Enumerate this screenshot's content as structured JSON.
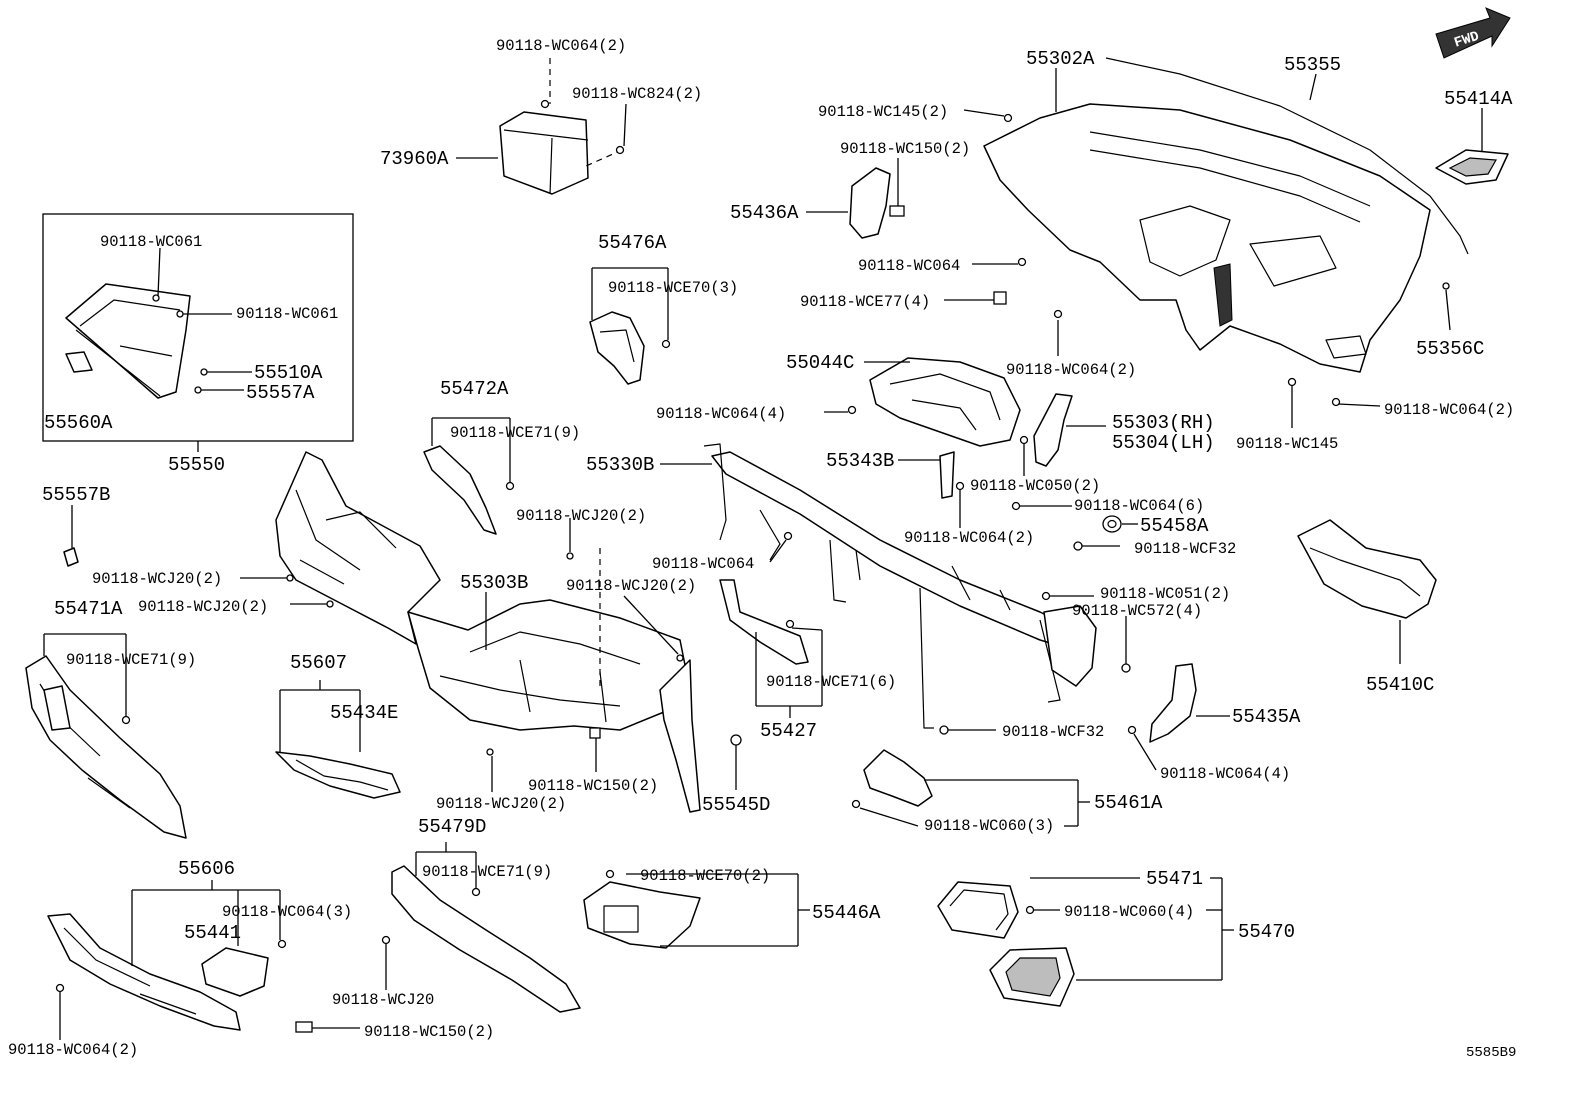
{
  "labels": {
    "l_90118_wc064_2_top": "90118-WC064(2)",
    "l_90118_wc824_2": "90118-WC824(2)",
    "l_73960a": "73960A",
    "l_90118_wc061_a": "90118-WC061",
    "l_90118_wc061_b": "90118-WC061",
    "l_55510a": "55510A",
    "l_55557a": "55557A",
    "l_55560a": "55560A",
    "l_55550": "55550",
    "l_55557b": "55557B",
    "l_90118_wcj20_2_a": "90118-WCJ20(2)",
    "l_90118_wcj20_2_b": "90118-WCJ20(2)",
    "l_55471a": "55471A",
    "l_90118_wce71_9_a": "90118-WCE71(9)",
    "l_55476a": "55476A",
    "l_90118_wce70_3": "90118-WCE70(3)",
    "l_55472a": "55472A",
    "l_90118_wce71_9_b": "90118-WCE71(9)",
    "l_90118_wcj20_2_c": "90118-WCJ20(2)",
    "l_55303b": "55303B",
    "l_90118_wcj20_2_d": "90118-WCJ20(2)",
    "l_55607": "55607",
    "l_55434e": "55434E",
    "l_90118_wcj20_2_e": "90118-WCJ20(2)",
    "l_90118_wc150_2_a": "90118-WC150(2)",
    "l_55545d": "55545D",
    "l_55606": "55606",
    "l_90118_wc064_3": "90118-WC064(3)",
    "l_55441": "55441",
    "l_90118_wc064_2_bl": "90118-WC064(2)",
    "l_90118_wcj20": "90118-WCJ20",
    "l_90118_wc150_2_b": "90118-WC150(2)",
    "l_55479d": "55479D",
    "l_90118_wce71_9_c": "90118-WCE71(9)",
    "l_90118_wce70_2": "90118-WCE70(2)",
    "l_55446a": "55446A",
    "l_55427": "55427",
    "l_90118_wce71_6": "90118-WCE71(6)",
    "l_90118_wc064_a": "90118-WC064",
    "l_55330b": "55330B",
    "l_90118_wc064_4_a": "90118-WC064(4)",
    "l_55044c": "55044C",
    "l_55343b": "55343B",
    "l_90118_wc050_2": "90118-WC050(2)",
    "l_90118_wc064_6": "90118-WC064(6)",
    "l_90118_wc064_2_m": "90118-WC064(2)",
    "l_55458a": "55458A",
    "l_90118_wcf32_a": "90118-WCF32",
    "l_90118_wc051_2": "90118-WC051(2)",
    "l_90118_wc572_4": "90118-WC572(4)",
    "l_90118_wcf32_b": "90118-WCF32",
    "l_55435a": "55435A",
    "l_90118_wc064_4_b": "90118-WC064(4)",
    "l_55461a": "55461A",
    "l_90118_wc060_3": "90118-WC060(3)",
    "l_55471": "55471",
    "l_90118_wc060_4": "90118-WC060(4)",
    "l_55470": "55470",
    "l_55410c": "55410C",
    "l_55436a": "55436A",
    "l_90118_wc145_2": "90118-WC145(2)",
    "l_90118_wc150_2_c": "90118-WC150(2)",
    "l_55302a": "55302A",
    "l_55355": "55355",
    "l_90118_wc064_b": "90118-WC064",
    "l_90118_wce77_4": "90118-WCE77(4)",
    "l_90118_wc064_2_r1": "90118-WC064(2)",
    "l_55303_rh": "55303(RH)",
    "l_55304_lh": "55304(LH)",
    "l_90118_wc145": "90118-WC145",
    "l_90118_wc064_2_r2": "90118-WC064(2)",
    "l_55356c": "55356C",
    "l_55414a": "55414A",
    "l_fwd": "FWD",
    "l_diagram_code": "5585B9"
  }
}
